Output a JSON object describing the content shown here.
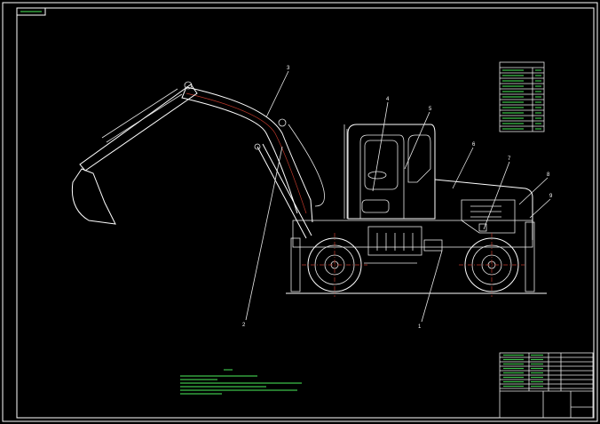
{
  "drawing": {
    "leader_labels": [
      "3",
      "2",
      "1",
      "4",
      "5",
      "6",
      "7",
      "8",
      "9"
    ]
  },
  "colors": {
    "background": "#000000",
    "lines": "#ffffff",
    "centerlines": "#c0392b",
    "text": "#3cbf4a"
  }
}
